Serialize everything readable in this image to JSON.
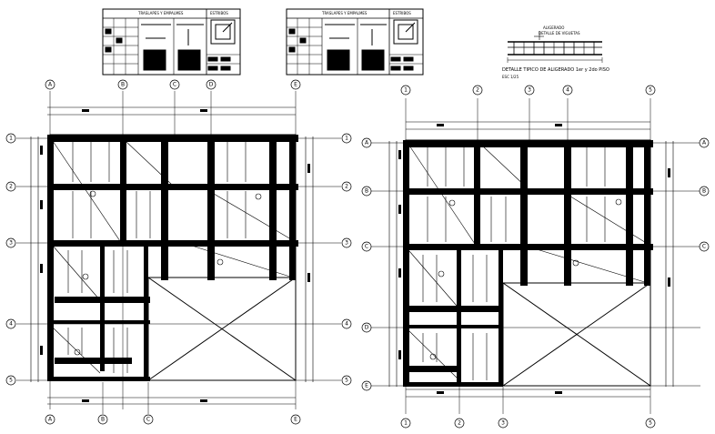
{
  "tables": {
    "left": {
      "title": "TRASLAPES Y EMPALMES",
      "header2": "ESTRIBOS"
    },
    "right": {
      "title": "TRASLAPES Y EMPALMES",
      "header2": "ESTRIBOS"
    }
  },
  "detail": {
    "caption": "DETALLE TIPICO DE ALIGERADO 1er y 2do PISO",
    "scale": "ESC 1/25",
    "top_label_1": "ALIGERADO",
    "top_label_2": "DETALLE DE VIGUETAS"
  },
  "plans": {
    "left": {
      "axes_letters": [
        "A",
        "B",
        "C",
        "D",
        "E"
      ],
      "axes_numbers": [
        "1",
        "2",
        "3",
        "4",
        "5"
      ],
      "bottom_axes": [
        "A",
        "B",
        "C",
        "E"
      ]
    },
    "right": {
      "axes_numbers": [
        "1",
        "2",
        "3",
        "4",
        "5"
      ],
      "axes_letters": [
        "A",
        "B",
        "C",
        "D",
        "E"
      ],
      "bottom_axes": [
        "1",
        "2",
        "3",
        "5"
      ]
    }
  },
  "colors": {
    "ink": "#000000",
    "paper": "#ffffff"
  }
}
